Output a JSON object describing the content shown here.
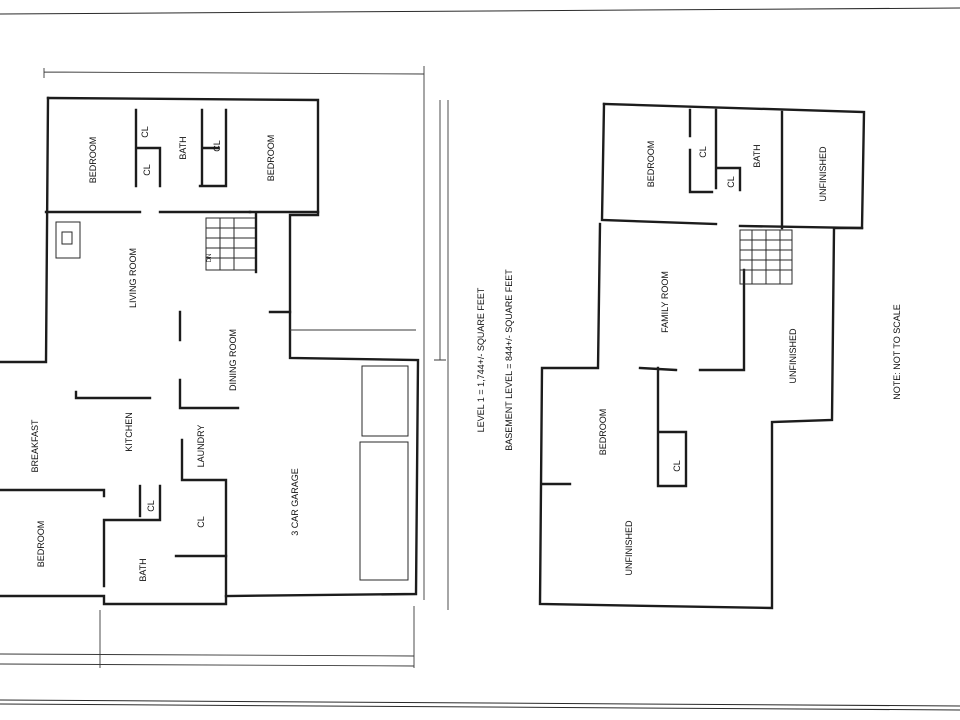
{
  "level1": {
    "rooms": {
      "bedroom_top": "BEDROOM",
      "cl_top_a": "CL",
      "cl_top_b": "CL",
      "bath_top": "BATH",
      "cl_top_c": "CL",
      "bedroom_top_right": "BEDROOM",
      "living_room": "LIVING ROOM",
      "dining_room": "DINING ROOM",
      "breakfast": "BREAKFAST",
      "kitchen": "KITCHEN",
      "laundry": "LAUNDRY",
      "cl_mid_a": "CL",
      "cl_mid_b": "CL",
      "bedroom_bottom": "BEDROOM",
      "bath_bottom": "BATH",
      "garage": "3 CAR GARAGE"
    },
    "stair_note": "DN"
  },
  "basement": {
    "rooms": {
      "bedroom_top": "BEDROOM",
      "cl_a": "CL",
      "cl_b": "CL",
      "bath": "BATH",
      "unfinished_top": "UNFINISHED",
      "family_room": "FAMILY ROOM",
      "unfinished_mid": "UNFINISHED",
      "bedroom_lower": "BEDROOM",
      "cl_lower": "CL",
      "unfinished_bottom": "UNFINISHED"
    }
  },
  "notes": {
    "level1_area": "LEVEL 1 = 1,744+/- SQUARE FEET",
    "basement_area": "BASEMENT LEVEL = 844+/- SQUARE FEET",
    "scale_note": "NOTE:  NOT TO SCALE"
  }
}
